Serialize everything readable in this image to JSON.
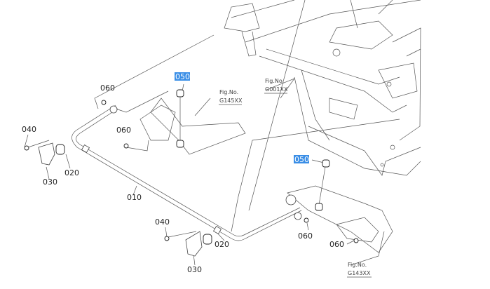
{
  "highlight_color": "#3a8ee6",
  "callouts": {
    "p050_a": "050",
    "p050_b": "050",
    "p060_a": "060",
    "p060_b": "060",
    "p060_c": "060",
    "p060_d": "060",
    "p040_a": "040",
    "p040_b": "040",
    "p020_a": "020",
    "p020_b": "020",
    "p030_a": "030",
    "p030_b": "030",
    "p010": "010"
  },
  "figure_refs": {
    "g145": {
      "label": "Fig.No.",
      "code": "G145XX"
    },
    "g001": {
      "label": "Fig.No.",
      "code": "G001XX"
    },
    "g143": {
      "label": "Fig.No.",
      "code": "G143XX"
    }
  },
  "highlighted_part": "050"
}
